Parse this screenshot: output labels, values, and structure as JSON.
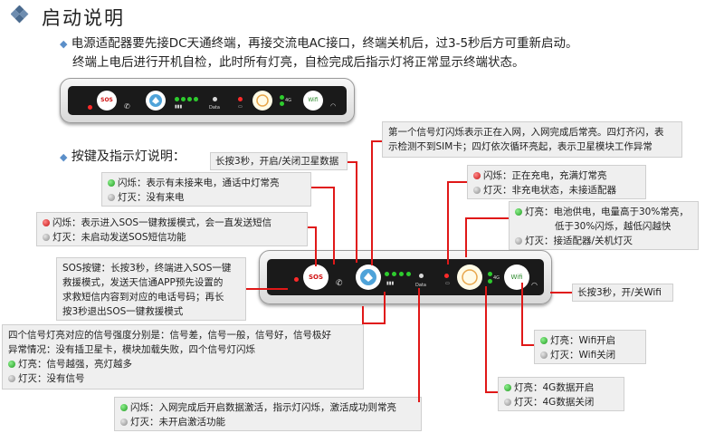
{
  "title": "启动说明",
  "intro": {
    "line1": "电源适配器要先接DC天通终端，再接交流电AC接口，终端关机后，过3-5秒后方可重新启动。",
    "line2": "终端上电后进行开机自检，此时所有灯亮，自检完成后指示灯将正常显示终端状态。"
  },
  "section_title": "按键及指示灯说明：",
  "device": {
    "sos": "SOS",
    "data": "Data",
    "wifi": "Wifi",
    "fourg": "4G"
  },
  "callouts": {
    "satellite": "长按3秒，开启/关闭卫星数据",
    "signal_first": {
      "line1": "第一个信号灯闪烁表示正在入网，入网完成后常亮。四灯齐闪，表",
      "line2": "示检测不到SIM卡；四灯依次循环亮起，表示卫星模块工作异常"
    },
    "call": {
      "blink": "闪烁：表示有未接来电，通话中灯常亮",
      "off": "灯灭：没有来电"
    },
    "charge": {
      "blink": "闪烁：正在充电，充满灯常亮",
      "off": "灯灭：非充电状态，未接适配器"
    },
    "sos_led": {
      "blink": "闪烁：表示进入SOS一键救援模式，会一直发送短信",
      "off": "灯灭：未启动发送SOS短信功能"
    },
    "battery": {
      "on1": "灯亮：电池供电，电量高于30%常亮，",
      "on2": "低于30%闪烁，越低闪越快",
      "off": "灯灭：接适配器/关机灯灭"
    },
    "sos_key": {
      "l1": "SOS按键：长按3秒，终端进入SOS一键",
      "l2": "救援模式，发送天信通APP预先设置的",
      "l3": "求救短信内容到对应的电话号码；再长",
      "l4": "按3秒退出SOS一键救援模式"
    },
    "wifi_key": "长按3秒，开/关Wifi",
    "signal": {
      "l1": "四个信号灯亮对应的信号强度分别是：信号差，信号一般，信号好，信号极好",
      "l2": "异常情况：没有插卫星卡，模块加载失败，四个信号灯闪烁",
      "on": "灯亮：信号越强，亮灯越多",
      "off": "灯灭：没有信号"
    },
    "wifi_led": {
      "on": "灯亮：Wifi开启",
      "off": "灯灭：Wifi关闭"
    },
    "fourg_led": {
      "on": "灯亮：4G数据开启",
      "off": "灯灭：4G数据关闭"
    },
    "data_led": {
      "blink": "闪烁：入网完成后开启数据激活，指示灯闪烁，激活成功则常亮",
      "off": "灯灭：未开启激活功能"
    }
  },
  "colors": {
    "accent": "#5b8fc9",
    "line": "#e01818",
    "green": "#1f9a1f",
    "red": "#c41010",
    "gray": "#8a8a8a"
  }
}
